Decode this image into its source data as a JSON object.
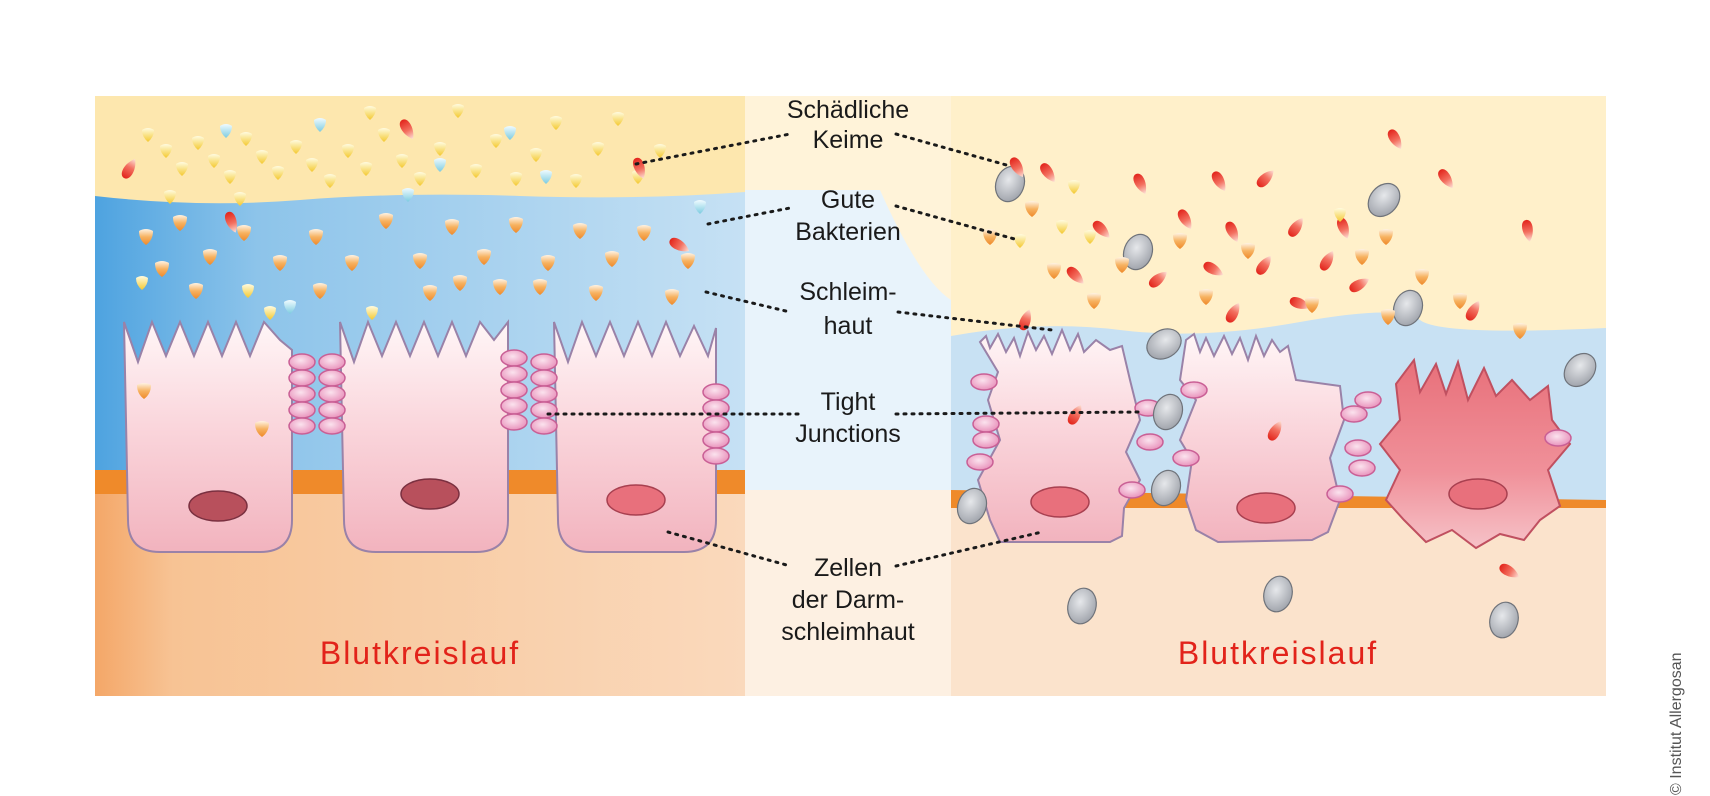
{
  "labels": {
    "harmful_germs": [
      "Schädliche",
      "Keime"
    ],
    "good_bacteria": [
      "Gute",
      "Bakterien"
    ],
    "mucosa": [
      "Schleim-",
      "haut"
    ],
    "tight_junctions": [
      "Tight",
      "Junctions"
    ],
    "cells": [
      "Zellen",
      "der Darm-",
      "schleimhaut"
    ]
  },
  "bloodstream_left": "Blutkreislauf",
  "bloodstream_right": "Blutkreislauf",
  "credit": "© Institut Allergosan",
  "colors": {
    "lumen_yellow": "#fde9b0",
    "mucus_blue": "#8ec6ec",
    "tissue_peach": "#f9d6b6",
    "membrane_orange": "#ef8a2a",
    "cell_pink": "#f5c7cf",
    "nucleus_dark": "#b8505c",
    "nucleus_light": "#e8707c",
    "junction_pink": "#ec9fc4",
    "harmful_red": "#e2231a",
    "good_orange": "#f39c3c",
    "good_yellow": "#f7d34a",
    "good_cyan": "#8fd2e4",
    "debris_grey": "#a9acb2",
    "text_red": "#e2231a"
  },
  "icons": {
    "harmful_germ": "red-rod-bacterium-icon",
    "good_bacterium": "orange-drop-bacterium-icon",
    "debris": "grey-particle-icon",
    "tight_junction": "pink-oval-junction-icon"
  }
}
